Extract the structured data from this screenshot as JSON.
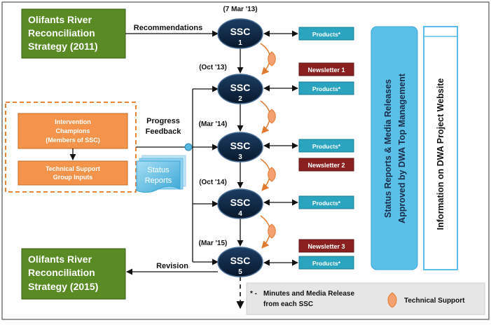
{
  "colors": {
    "green_box": "#5a8a24",
    "orange_box": "#f4944c",
    "ssc_node": "#0f2a4a",
    "teal_tag": "#2aa4bf",
    "red_tag": "#8b2020",
    "status_box": "#5bc0e8",
    "flame": "#f4a070",
    "panel": "#e6e6e6"
  },
  "sources": {
    "strategy_2011": [
      "Olifants River",
      "Reconciliation",
      "Strategy (2011)"
    ],
    "strategy_2015": [
      "Olifants River",
      "Reconciliation",
      "Strategy (2015)"
    ],
    "intervention": [
      "Intervention",
      "Champions",
      "(Members of SSC)"
    ],
    "technical_support_group": [
      "Technical Support",
      "Group Inputs"
    ],
    "status_reports": [
      "Status",
      "Reports"
    ]
  },
  "labels": {
    "recommendations": "Recommendations",
    "progress_feedback": [
      "Progress",
      "Feedback"
    ],
    "revision": "Revision"
  },
  "ssc_nodes": [
    {
      "title": "SSC",
      "number": "1",
      "date": "(7 Mar '13)"
    },
    {
      "title": "SSC",
      "number": "2",
      "date": "(Oct '13)"
    },
    {
      "title": "SSC",
      "number": "3",
      "date": "(Mar '14)"
    },
    {
      "title": "SSC",
      "number": "4",
      "date": "(Oct '14)"
    },
    {
      "title": "SSC",
      "number": "5",
      "date": "(Mar '15)"
    }
  ],
  "product_tags": [
    "Products*",
    "Products*",
    "Products*",
    "Products*",
    "Products*"
  ],
  "newsletters": [
    "Newsletter 1",
    "Newsletter 2",
    "Newsletter 3"
  ],
  "side_panels": {
    "status_media": [
      "Status Reports & Media Releases",
      "Approved by DWA Top Management"
    ],
    "website": "Information  on DWA Project Website"
  },
  "legend": {
    "asterisk": "* -",
    "note": [
      "Minutes and Media Release",
      "from each SSC"
    ],
    "technical_support": "Technical Support"
  }
}
